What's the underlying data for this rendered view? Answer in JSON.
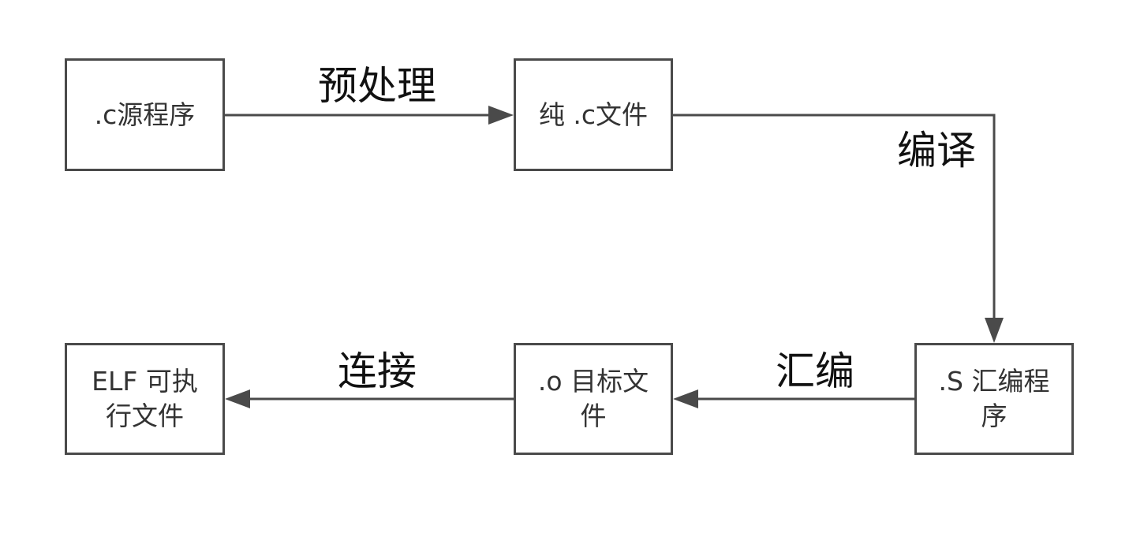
{
  "nodes": [
    {
      "id": "c-source",
      "label": ".c源程序"
    },
    {
      "id": "pure-c",
      "label": "纯 .c文件"
    },
    {
      "id": "asm-source",
      "label": ".S 汇编程序"
    },
    {
      "id": "object-file",
      "label": ".o 目标文件"
    },
    {
      "id": "elf-exec",
      "label": "ELF 可执行文件"
    }
  ],
  "edges": [
    {
      "from": "c-source",
      "to": "pure-c",
      "label": "预处理"
    },
    {
      "from": "pure-c",
      "to": "asm-source",
      "label": "编译"
    },
    {
      "from": "asm-source",
      "to": "object-file",
      "label": "汇编"
    },
    {
      "from": "object-file",
      "to": "elf-exec",
      "label": "连接"
    }
  ],
  "colors": {
    "line": "#4a4a4a",
    "box_text": "#333333",
    "label_text": "#111111"
  }
}
